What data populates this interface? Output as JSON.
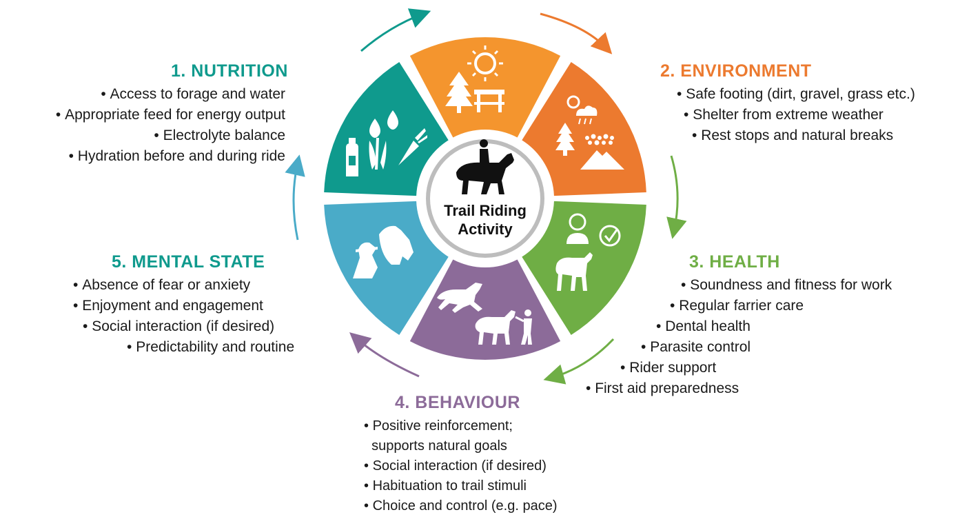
{
  "center": {
    "label_line1": "Trail Riding",
    "label_line2": "Activity"
  },
  "colors": {
    "nutrition": "#0f9a8d",
    "environment": "#ec7a2f",
    "health": "#6fae45",
    "behaviour": "#8c6b99",
    "mental_state": "#4aabc8",
    "top_segment": "#f4952e"
  },
  "sections": {
    "nutrition": {
      "title": "1.  NUTRITION",
      "items": [
        "Access to forage and water",
        "Appropriate feed for energy output",
        "Electrolyte balance",
        "Hydration before and during ride"
      ]
    },
    "environment": {
      "title": "2. ENVIRONMENT",
      "items": [
        "Safe footing (dirt, gravel, grass etc.)",
        "Shelter from extreme weather",
        "Rest stops and natural breaks"
      ]
    },
    "health": {
      "title": "3. HEALTH",
      "items": [
        "Soundness and fitness for work",
        "Regular farrier care",
        "Dental health",
        "Parasite control",
        "Rider support",
        "First aid preparedness"
      ]
    },
    "behaviour": {
      "title": "4.  BEHAVIOUR",
      "items": [
        "Positive reinforcement;",
        "supports natural goals",
        "Social interaction (if desired)",
        "Habituation to trail stimuli",
        "Choice and control (e.g. pace)"
      ]
    },
    "mental_state": {
      "title": "5. MENTAL STATE",
      "items": [
        "Absence of fear or anxiety",
        "Enjoyment and engagement",
        "Social interaction (if desired)",
        "Predictability and routine"
      ]
    }
  },
  "icons": {
    "top": [
      "sun-icon",
      "tree-icon",
      "picnic-table-icon"
    ],
    "environment": [
      "sun-cloud-rain-icon",
      "tree-icon",
      "gravel-icon",
      "mountain-icon"
    ],
    "health": [
      "rider-icon",
      "check-circle-icon",
      "horse-icon"
    ],
    "behaviour": [
      "galloping-horse-icon",
      "horse-with-person-icon"
    ],
    "mental_state": [
      "person-with-horse-icon"
    ],
    "nutrition": [
      "water-drops-icon",
      "bottle-icon",
      "wheat-icon",
      "carrot-icon"
    ],
    "center": [
      "horse-and-rider-icon"
    ]
  }
}
